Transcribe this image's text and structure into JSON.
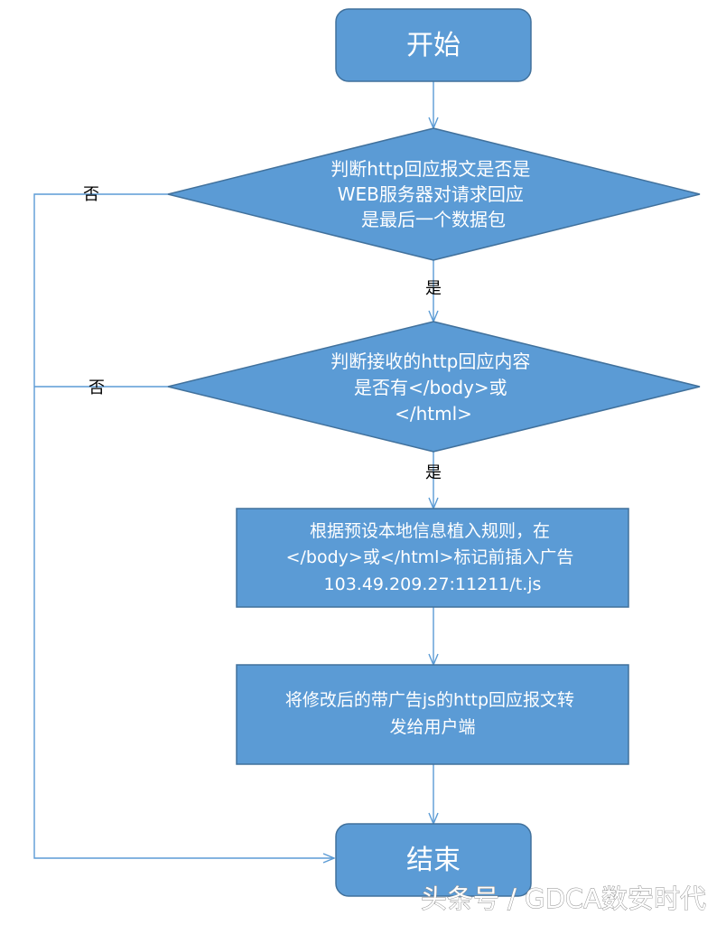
{
  "diagram": {
    "colors": {
      "fill": "#5b9bd5",
      "stroke": "#41719c",
      "connector": "#5b9bd5",
      "label": "#000000"
    },
    "nodes": {
      "start": {
        "shape": "rounded-rect",
        "lines": [
          "开始"
        ]
      },
      "decision1": {
        "shape": "diamond",
        "lines": [
          "判断http回应报文是否是",
          "WEB服务器对请求回应",
          "是最后一个数据包"
        ]
      },
      "decision2": {
        "shape": "diamond",
        "lines": [
          "判断接收的http回应内容",
          "是否有</body>或",
          "</html>"
        ]
      },
      "insert": {
        "shape": "rect",
        "lines": [
          "根据预设本地信息植入规则，在",
          "</body>或</html>标记前插入广告",
          "103.49.209.27:11211/t.js"
        ]
      },
      "forward": {
        "shape": "rect",
        "lines": [
          "将修改后的带广告js的http回应报文转",
          "发给用户端"
        ]
      },
      "end": {
        "shape": "rounded-rect",
        "lines": [
          "结束"
        ]
      }
    },
    "edge_labels": {
      "d1_yes": "是",
      "d1_no": "否",
      "d2_yes": "是",
      "d2_no": "否"
    }
  },
  "watermark": "头条号 / GDCA数安时代"
}
